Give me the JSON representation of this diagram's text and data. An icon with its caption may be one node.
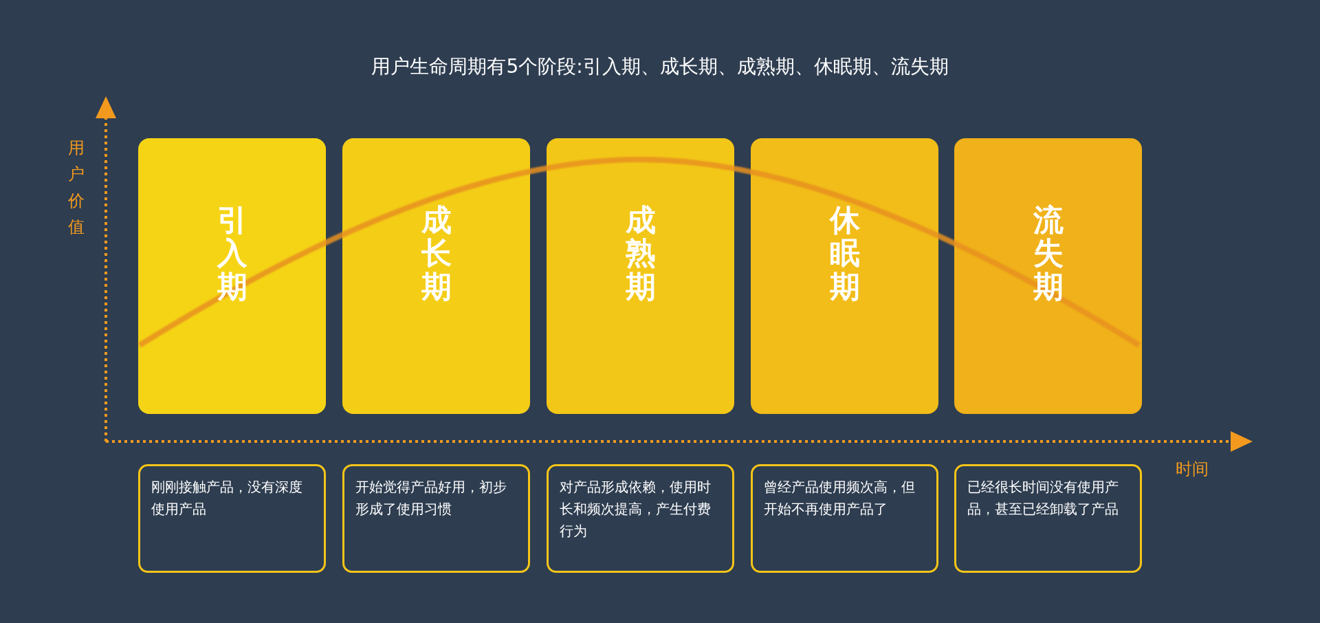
{
  "diagram": {
    "title": "用户生命周期有5个阶段:引入期、成长期、成熟期、休眠期、流失期",
    "nodes": [
      {
        "text": [
          "引入期"
        ]
      },
      {
        "text": [
          "成长期"
        ]
      },
      {
        "text": [
          "成熟期"
        ]
      },
      {
        "text": [
          "休眠期"
        ]
      },
      {
        "text": [
          "流失期"
        ]
      },
      {
        "text": [
          "刚刚接触产品，没有深度使用产品"
        ]
      },
      {
        "text": [
          "开始觉得产品好用，初步形成了使用习惯"
        ]
      },
      {
        "text": [
          "对产品形成依赖，使用时长和频次提高，产生付费行为"
        ]
      },
      {
        "text": [
          "曾经产品使用频次高，但开始不再使用产品了"
        ]
      },
      {
        "text": [
          "已经很长时间没有使用产品，甚至已经卸载了产品"
        ]
      }
    ],
    "edges": [],
    "labels": [
      "用户价值",
      "时间"
    ]
  }
}
